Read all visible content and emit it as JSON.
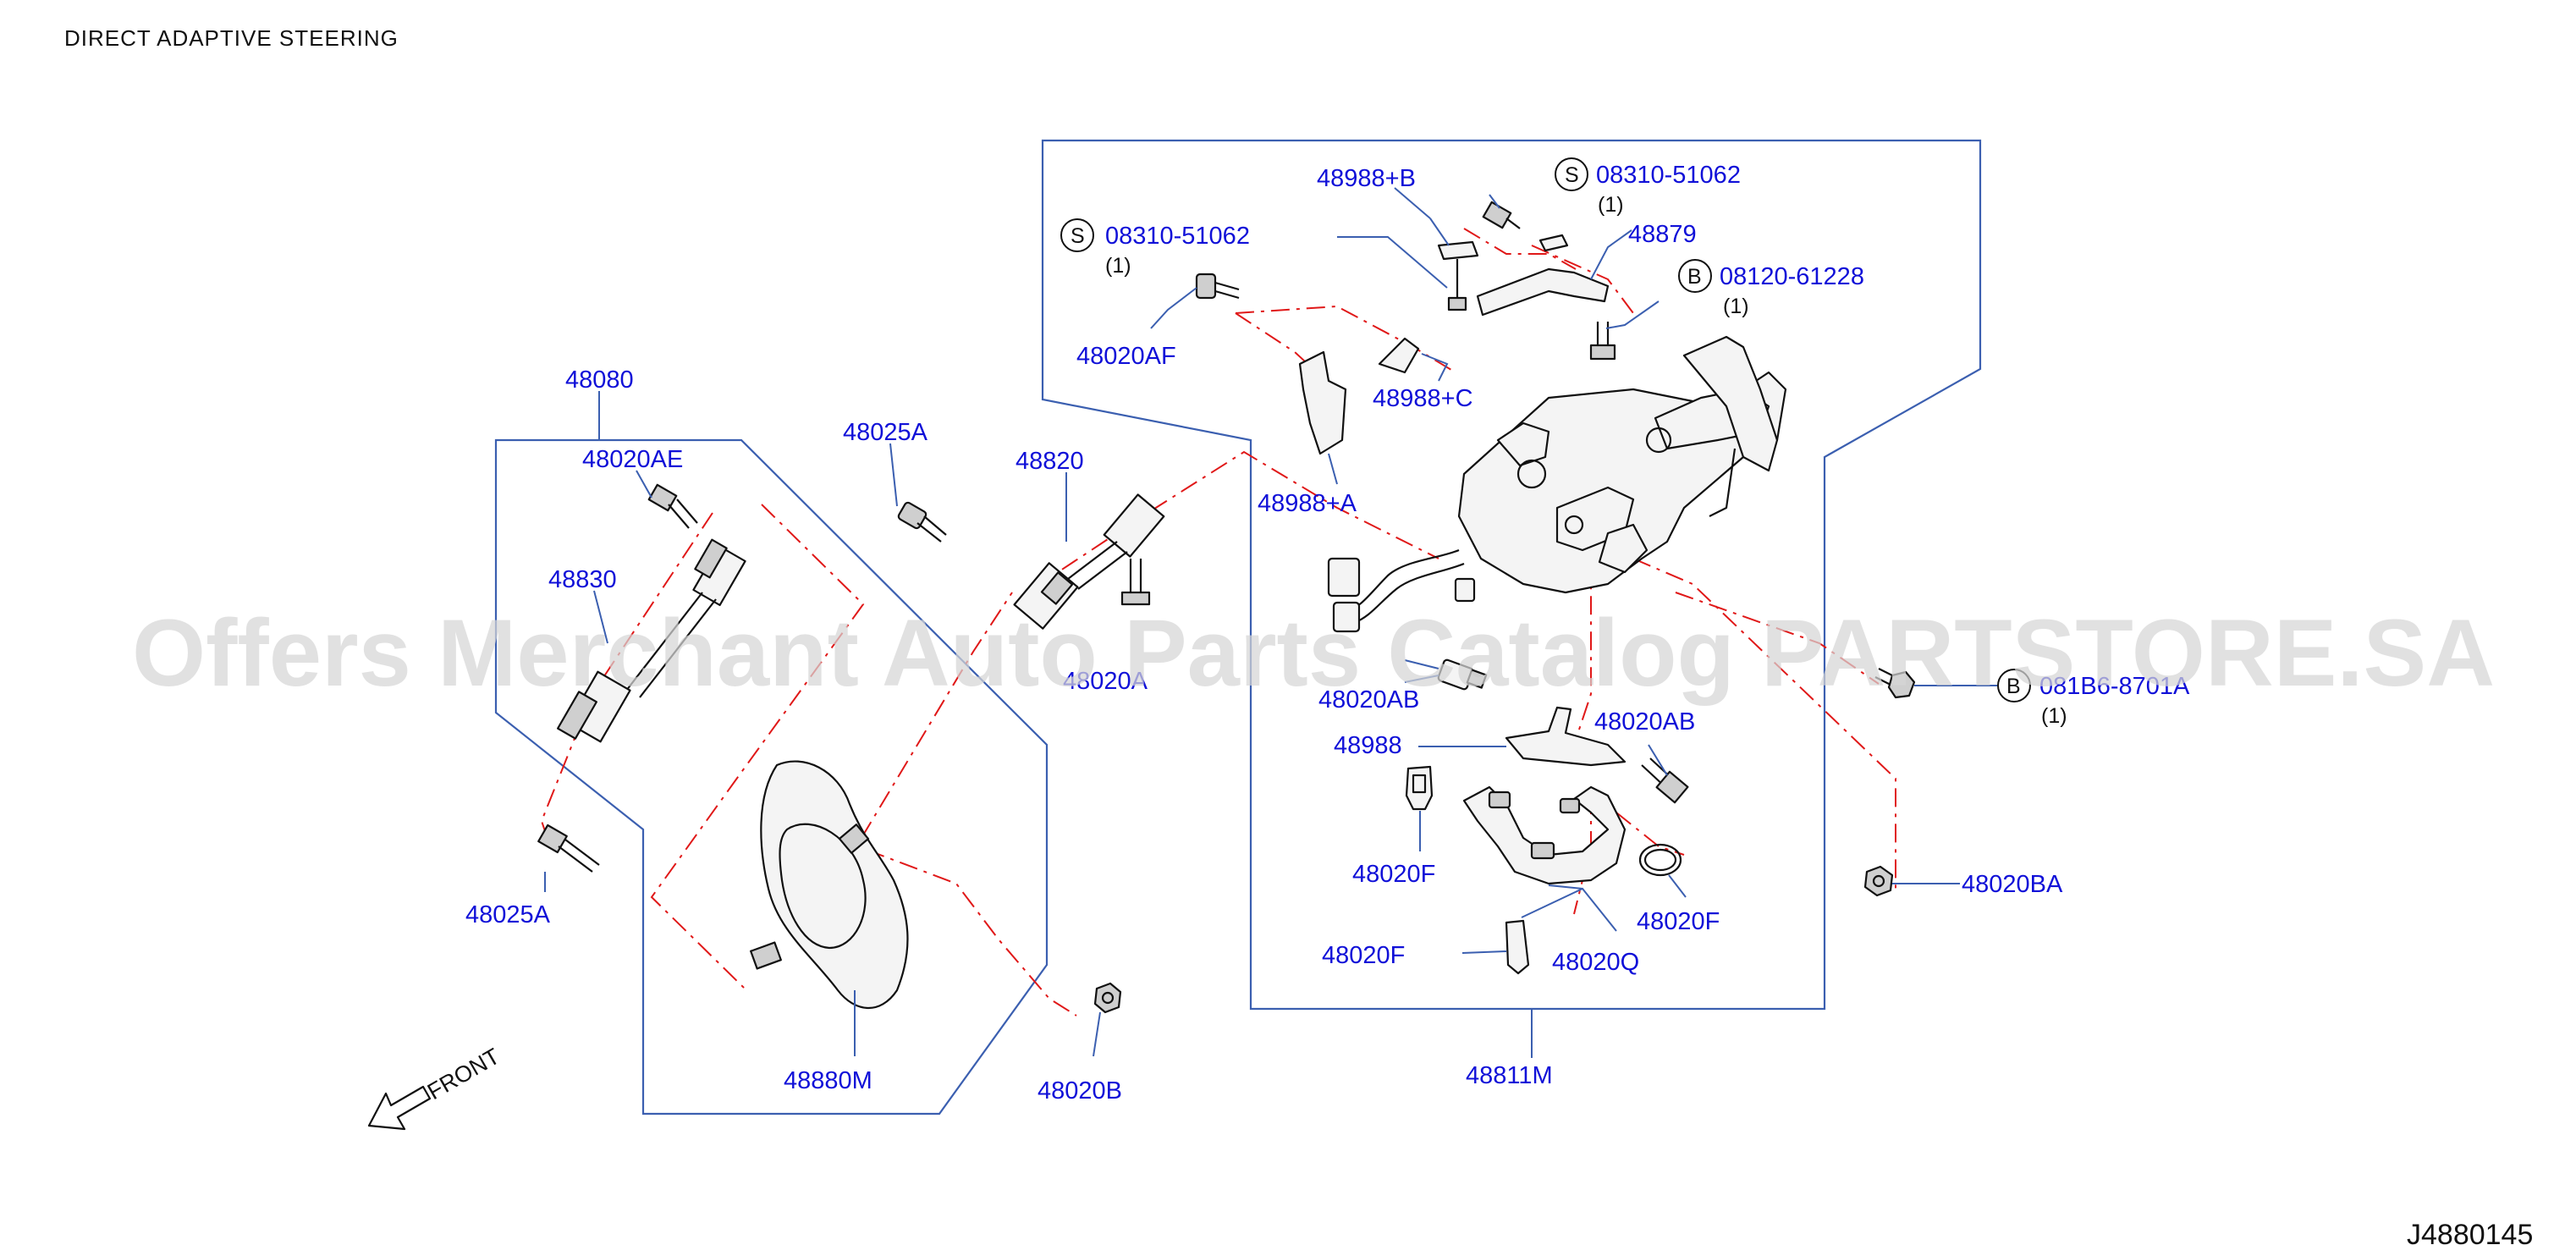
{
  "title": "DIRECT   ADAPTIVE   STEERING",
  "figure_code": "J4880145",
  "watermark": "Offers Merchant Auto Parts Catalog PARTSTORE.SA",
  "front_label": "FRONT",
  "callouts": {
    "p48080": "48080",
    "p48020AE": "48020AE",
    "p48830": "48830",
    "p48025A_top": "48025A",
    "p48025A_bottom": "48025A",
    "p48820": "48820",
    "p48020A": "48020A",
    "p48880M": "48880M",
    "p48020B": "48020B",
    "p48988B": "48988+B",
    "p48988C": "48988+C",
    "p48988A": "48988+A",
    "p48879": "48879",
    "p48020AF": "48020AF",
    "p48020AB_left": "48020AB",
    "p48020AB_right": "48020AB",
    "p48988": "48988",
    "p48020F_top": "48020F",
    "p48020F_right": "48020F",
    "p48020F_bottom": "48020F",
    "p48020Q": "48020Q",
    "p48811M": "48811M",
    "p48020BA": "48020BA"
  },
  "symbol_callouts": {
    "s1": {
      "symbol": "S",
      "number": "08310-51062",
      "qty": "(1)"
    },
    "s2": {
      "symbol": "S",
      "number": "08310-51062",
      "qty": "(1)"
    },
    "b1": {
      "symbol": "B",
      "number": "08120-61228",
      "qty": "(1)"
    },
    "b2": {
      "symbol": "B",
      "number": "081B6-8701A",
      "qty": "(1)"
    }
  },
  "colors": {
    "callout_text": "#1010d8",
    "leader_line": "#3b5fb0",
    "dash_line": "#e01818",
    "part_outline": "#111111",
    "background": "#ffffff"
  }
}
